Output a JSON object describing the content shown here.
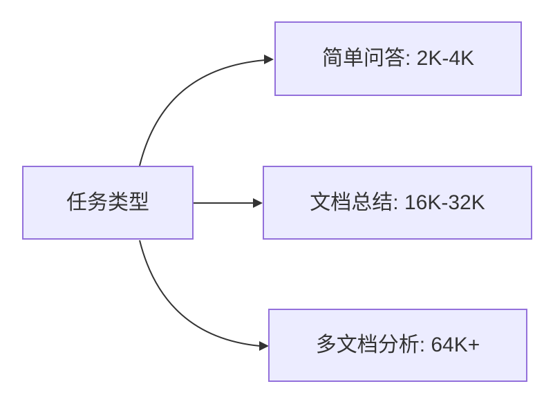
{
  "diagram": {
    "type": "flowchart-left-to-right",
    "colors": {
      "background": "#ffffff",
      "node_fill": "#ECECFF",
      "node_border": "#9370DB",
      "edge_stroke": "#333333",
      "label_text": "#333333"
    },
    "nodes": {
      "root": {
        "label": "任务类型"
      },
      "simple_qa": {
        "label": "简单问答: 2K-4K"
      },
      "doc_summary": {
        "label": "文档总结: 16K-32K"
      },
      "multi_doc": {
        "label": "多文档分析: 64K+"
      }
    },
    "edges": [
      {
        "from": "root",
        "to": "simple_qa"
      },
      {
        "from": "root",
        "to": "doc_summary"
      },
      {
        "from": "root",
        "to": "multi_doc"
      }
    ]
  }
}
